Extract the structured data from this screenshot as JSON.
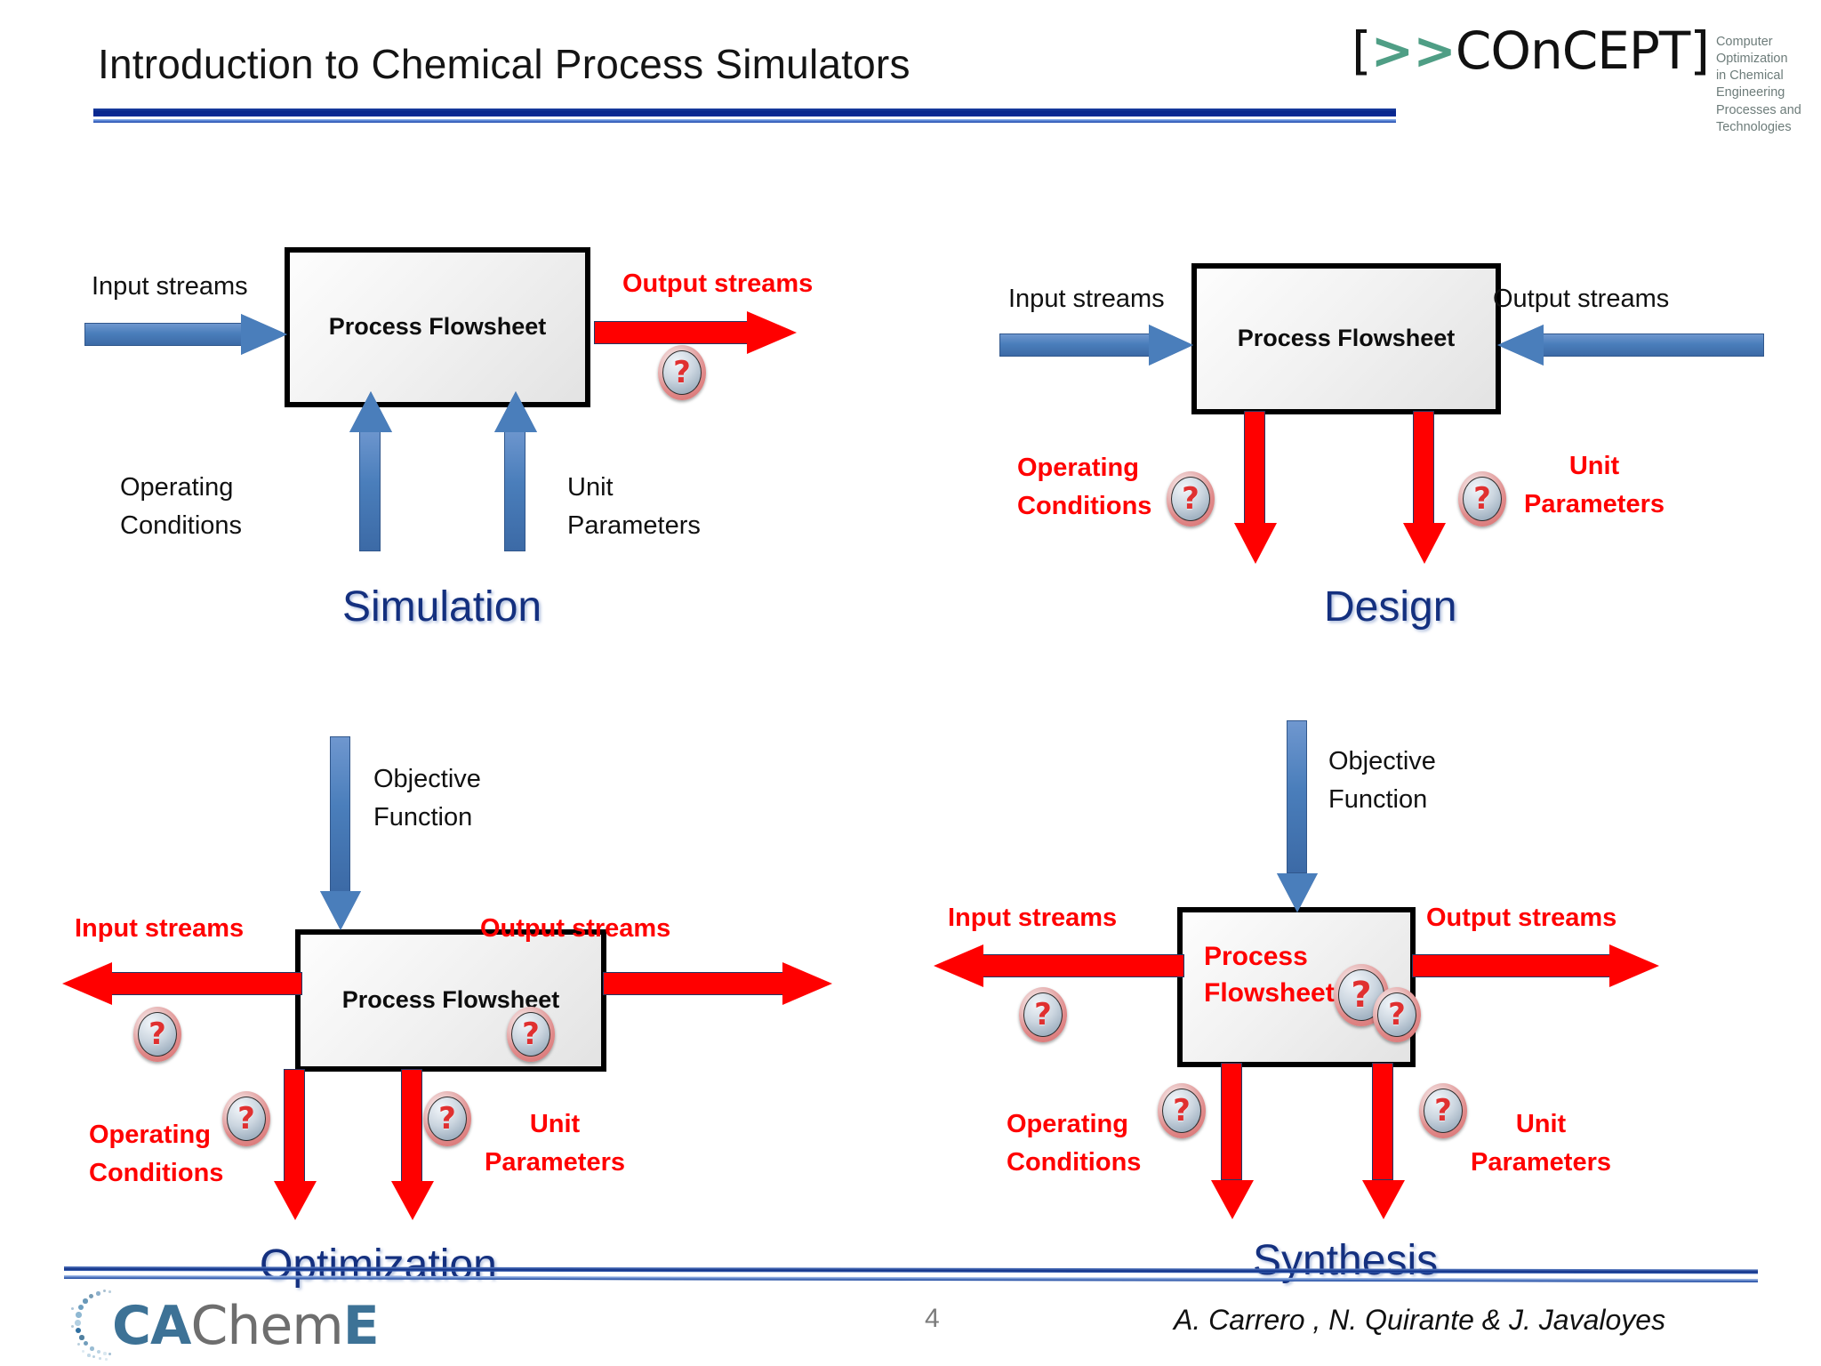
{
  "header": {
    "title": "Introduction to Chemical Process Simulators",
    "logo": {
      "bracket_open": "[",
      "chevrons": ">>",
      "name": "COnCEPT",
      "bracket_close": "]",
      "tagline_line1": "Computer Optimization",
      "tagline_line2": "in Chemical Engineering",
      "tagline_line3": "Processes and Technologies"
    },
    "rule_color": "#0a2a97"
  },
  "footer": {
    "logo_text_1": "CA",
    "logo_text_2": "Chem",
    "logo_text_3": "E",
    "page_number": "4",
    "authors": "A. Carrero , N. Quirante & J. Javaloyes",
    "rule_color": "#0f2f86"
  },
  "colors": {
    "blue_arrow": "#4A7EBB",
    "red_arrow": "#FF0000",
    "phase_blue": "#14307F",
    "red_text": "#FF0000",
    "box_border": "#000000"
  },
  "diagrams": [
    {
      "id": "simulation",
      "phase_label": "Simulation",
      "box_label": "Process Flowsheet",
      "box_label_color": "black",
      "labels": {
        "input_streams": "Input streams",
        "output_streams": "Output streams",
        "operating_conditions_l1": "Operating",
        "operating_conditions_l2": "Conditions",
        "unit_parameters_l1": "Unit",
        "unit_parameters_l2": "Parameters"
      },
      "arrows": [
        {
          "name": "input-streams-arrow",
          "color": "blue",
          "direction": "right"
        },
        {
          "name": "output-streams-arrow",
          "color": "red",
          "direction": "right"
        },
        {
          "name": "operating-conditions-arrow",
          "color": "blue",
          "direction": "up"
        },
        {
          "name": "unit-parameters-arrow",
          "color": "blue",
          "direction": "up"
        }
      ],
      "unknowns": [
        "output-streams"
      ],
      "question_mark": "?"
    },
    {
      "id": "design",
      "phase_label": "Design",
      "box_label": "Process Flowsheet",
      "box_label_color": "black",
      "labels": {
        "input_streams": "Input streams",
        "output_streams": "Output streams",
        "operating_conditions_l1": "Operating",
        "operating_conditions_l2": "Conditions",
        "unit_parameters_l1": "Unit",
        "unit_parameters_l2": "Parameters"
      },
      "arrows": [
        {
          "name": "input-streams-arrow",
          "color": "blue",
          "direction": "right"
        },
        {
          "name": "output-streams-arrow",
          "color": "blue",
          "direction": "left"
        },
        {
          "name": "operating-conditions-arrow",
          "color": "red",
          "direction": "down"
        },
        {
          "name": "unit-parameters-arrow",
          "color": "red",
          "direction": "down"
        }
      ],
      "unknowns": [
        "operating-conditions",
        "unit-parameters"
      ],
      "question_mark": "?"
    },
    {
      "id": "optimization",
      "phase_label": "Optimization",
      "box_label": "Process Flowsheet",
      "box_label_color": "black",
      "labels": {
        "objective_function_l1": "Objective",
        "objective_function_l2": "Function",
        "input_streams": "Input streams",
        "output_streams": "Output streams",
        "operating_conditions_l1": "Operating",
        "operating_conditions_l2": "Conditions",
        "unit_parameters_l1": "Unit",
        "unit_parameters_l2": "Parameters"
      },
      "arrows": [
        {
          "name": "objective-function-arrow",
          "color": "blue",
          "direction": "down"
        },
        {
          "name": "input-streams-arrow",
          "color": "red",
          "direction": "left"
        },
        {
          "name": "output-streams-arrow",
          "color": "red",
          "direction": "right"
        },
        {
          "name": "operating-conditions-arrow",
          "color": "red",
          "direction": "down"
        },
        {
          "name": "unit-parameters-arrow",
          "color": "red",
          "direction": "down"
        }
      ],
      "unknowns": [
        "input-streams",
        "output-streams",
        "operating-conditions",
        "unit-parameters"
      ],
      "question_mark": "?"
    },
    {
      "id": "synthesis",
      "phase_label": "Synthesis",
      "box_label_l1": "Process",
      "box_label_l2": "Flowsheet",
      "box_label_color": "red",
      "labels": {
        "objective_function_l1": "Objective",
        "objective_function_l2": "Function",
        "input_streams": "Input streams",
        "output_streams": "Output streams",
        "operating_conditions_l1": "Operating",
        "operating_conditions_l2": "Conditions",
        "unit_parameters_l1": "Unit",
        "unit_parameters_l2": "Parameters"
      },
      "arrows": [
        {
          "name": "objective-function-arrow",
          "color": "blue",
          "direction": "down"
        },
        {
          "name": "input-streams-arrow",
          "color": "red",
          "direction": "left"
        },
        {
          "name": "output-streams-arrow",
          "color": "red",
          "direction": "right"
        },
        {
          "name": "operating-conditions-arrow",
          "color": "red",
          "direction": "down"
        },
        {
          "name": "unit-parameters-arrow",
          "color": "red",
          "direction": "down"
        }
      ],
      "unknowns": [
        "flowsheet",
        "input-streams",
        "output-streams",
        "operating-conditions",
        "unit-parameters"
      ],
      "question_mark": "?"
    }
  ]
}
